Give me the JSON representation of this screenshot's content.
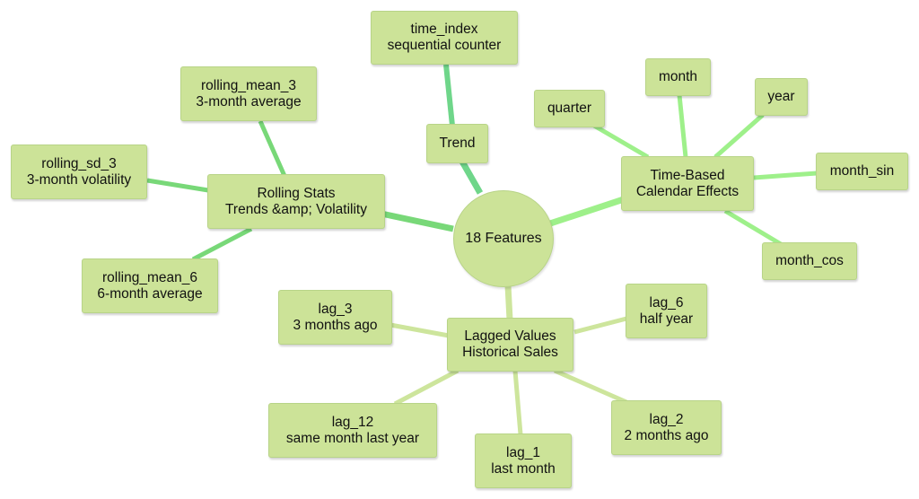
{
  "hub": {
    "label": "18 Features"
  },
  "groups": {
    "trend": {
      "label": "Trend",
      "color": "#6fd68a"
    },
    "rolling": {
      "line1": "Rolling Stats",
      "line2": "Trends &amp; Volatility",
      "color": "#78d878"
    },
    "calendar": {
      "line1": "Time-Based",
      "line2": "Calendar Effects",
      "color": "#9ef08a"
    },
    "lagged": {
      "line1": "Lagged Values",
      "line2": "Historical Sales",
      "color": "#cde59c"
    }
  },
  "features": {
    "time_index": {
      "line1": "time_index",
      "line2": "sequential counter"
    },
    "rolling_mean_3": {
      "line1": "rolling_mean_3",
      "line2": "3-month average"
    },
    "rolling_sd_3": {
      "line1": "rolling_sd_3",
      "line2": "3-month volatility"
    },
    "rolling_mean_6": {
      "line1": "rolling_mean_6",
      "line2": "6-month average"
    },
    "quarter": {
      "line1": "quarter"
    },
    "month": {
      "line1": "month"
    },
    "year": {
      "line1": "year"
    },
    "month_sin": {
      "line1": "month_sin"
    },
    "month_cos": {
      "line1": "month_cos"
    },
    "lag_3": {
      "line1": "lag_3",
      "line2": "3 months ago"
    },
    "lag_6": {
      "line1": "lag_6",
      "line2": "half year"
    },
    "lag_12": {
      "line1": "lag_12",
      "line2": "same month last year"
    },
    "lag_1": {
      "line1": "lag_1",
      "line2": "last month"
    },
    "lag_2": {
      "line1": "lag_2",
      "line2": "2 months ago"
    }
  }
}
